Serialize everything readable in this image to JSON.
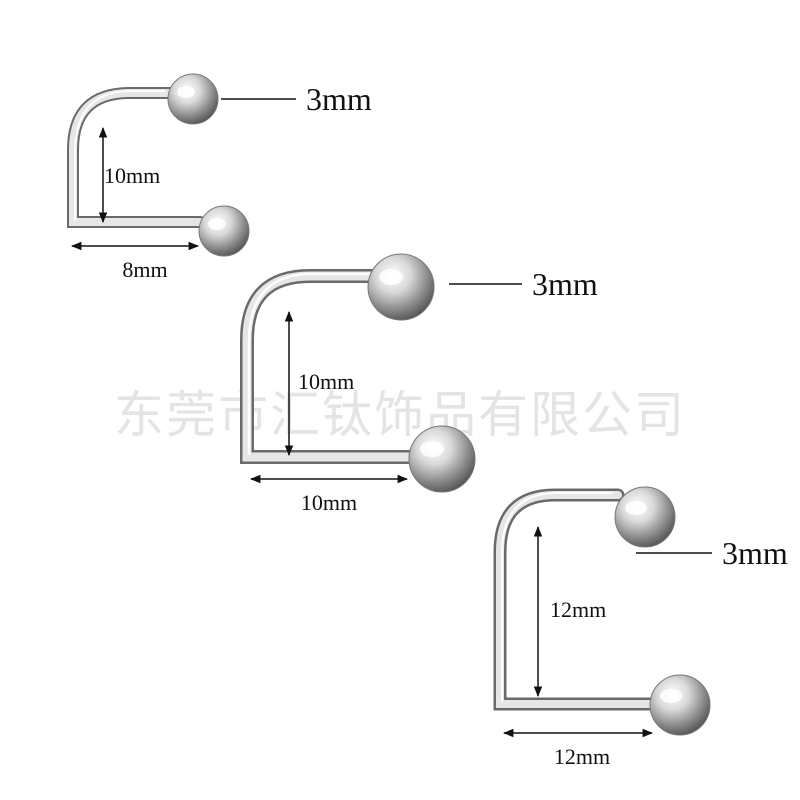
{
  "watermark": "东莞市汇钛饰品有限公司",
  "colors": {
    "background": "#ffffff",
    "text": "#111111",
    "watermark": "#e4e4e4",
    "metal_light": "#f4f4f4",
    "metal_mid": "#c8c8c8",
    "metal_dark": "#5a5a5a"
  },
  "products": [
    {
      "ball_label": "3mm",
      "height_label": "10mm",
      "width_label": "8mm"
    },
    {
      "ball_label": "3mm",
      "height_label": "10mm",
      "width_label": "10mm"
    },
    {
      "ball_label": "3mm",
      "height_label": "12mm",
      "width_label": "12mm"
    }
  ]
}
